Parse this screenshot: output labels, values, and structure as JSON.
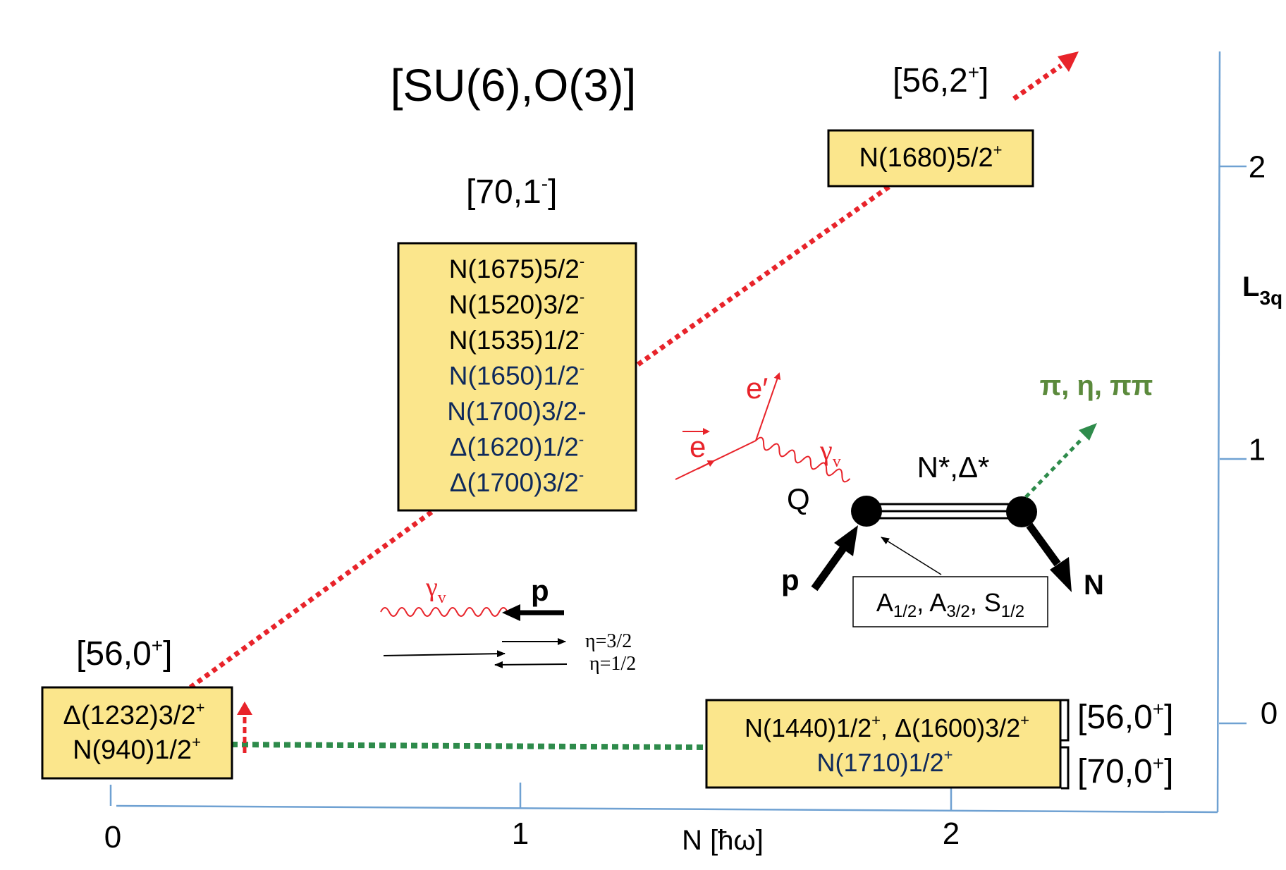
{
  "title": "[SU(6),O(3)]",
  "supermultiplets": {
    "s56_2": "[56,2",
    "s56_2_sup": "+",
    "s56_2_close": "]",
    "s70_1": "[70,1",
    "s70_1_sup": "-",
    "s70_1_close": "]",
    "s56_0_left": "[56,0",
    "s56_0_left_sup": "+",
    "s56_0_left_close": "]",
    "s56_0_right": "[56,0",
    "s56_0_right_sup": "+",
    "s56_0_right_close": "]",
    "s70_0_right": "[70,0",
    "s70_0_right_sup": "+",
    "s70_0_right_close": "]"
  },
  "boxes": {
    "n1680": {
      "main": "N(1680)5/2",
      "sup": "+"
    },
    "l1": [
      {
        "main": "N(1675)5/2",
        "sup": "-",
        "color": "#000000"
      },
      {
        "main": "N(1520)3/2",
        "sup": "-",
        "color": "#000000"
      },
      {
        "main": "N(1535)1/2",
        "sup": "-",
        "color": "#000000"
      },
      {
        "main": "N(1650)1/2",
        "sup": "-",
        "color": "#0f2a5c"
      },
      {
        "main": "N(1700)3/2-",
        "sup": "",
        "color": "#0f2a5c"
      },
      {
        "main": "Δ(1620)1/2",
        "sup": "-",
        "color": "#0f2a5c"
      },
      {
        "main": "Δ(1700)3/2",
        "sup": "-",
        "color": "#0f2a5c"
      }
    ],
    "ground": [
      {
        "main": "Δ(1232)3/2",
        "sup": "+"
      },
      {
        "main": "N(940)1/2",
        "sup": "+"
      }
    ],
    "radial": {
      "line1_a": "N(1440)1/2",
      "line1_a_sup": "+",
      "line1_b": ", Δ(1600)3/2",
      "line1_b_sup": "+",
      "line2": "N(1710)1/2",
      "line2_sup": "+"
    }
  },
  "axes": {
    "x_ticks": [
      "0",
      "1",
      "2"
    ],
    "x_label": "N [ħω]",
    "y_ticks": [
      "0",
      "1",
      "2"
    ],
    "y_label": "L",
    "y_label_sub": "3q"
  },
  "process": {
    "e_in": "e",
    "e_out": "e′",
    "gamma": "γ",
    "gamma_sub": "v",
    "q": "Q",
    "resonance": "N*,Δ*",
    "decay": "π, η, ππ",
    "p": "p",
    "n": "N",
    "amplitudes": [
      {
        "main": "A",
        "sub": "1/2"
      },
      {
        "main": "A",
        "sub": "3/2"
      },
      {
        "main": "S",
        "sub": "1/2"
      }
    ]
  },
  "helicity": {
    "gamma": "γ",
    "gamma_sub": "v",
    "p": "p",
    "eta32": "η=3/2",
    "eta12": "η=1/2"
  },
  "colors": {
    "box_fill": "#fbe68c",
    "red": "#e8232a",
    "green": "#2e8b4b",
    "axis": "#6fa1d2",
    "decay_text": "#5b8a3c",
    "blue_text": "#0f2a5c"
  }
}
